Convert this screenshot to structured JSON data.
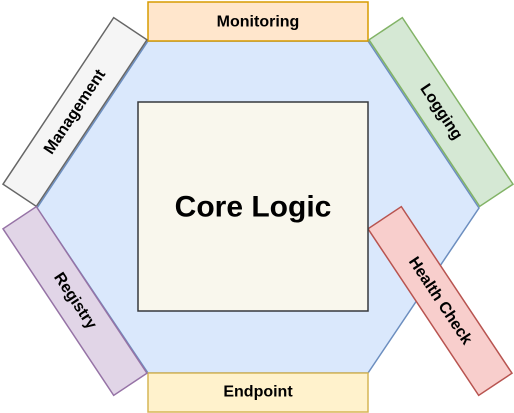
{
  "core": {
    "label": "Core Logic",
    "fill": "#f9f7ed",
    "stroke": "#36393d"
  },
  "hexagon": {
    "fill": "#dae8fc",
    "stroke": "#6c8ebf"
  },
  "segments": {
    "monitoring": {
      "label": "Monitoring",
      "fill": "#ffe6cc",
      "stroke": "#d79b00"
    },
    "logging": {
      "label": "Logging",
      "fill": "#d5e8d4",
      "stroke": "#82b366"
    },
    "health_check": {
      "label": "Health Check",
      "fill": "#f8cecc",
      "stroke": "#b85450"
    },
    "endpoint": {
      "label": "Endpoint",
      "fill": "#fff2cc",
      "stroke": "#d6b656"
    },
    "registry": {
      "label": "Registry",
      "fill": "#e1d5e7",
      "stroke": "#9673a6"
    },
    "management": {
      "label": "Management",
      "fill": "#f5f5f5",
      "stroke": "#666666"
    }
  }
}
